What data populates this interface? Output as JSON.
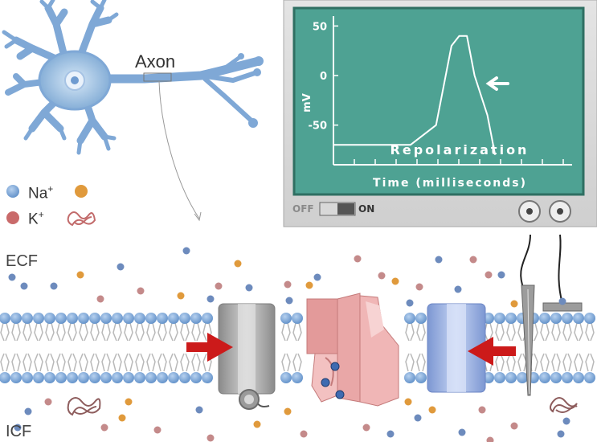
{
  "neuron": {
    "axon_label": "Axon"
  },
  "legend": {
    "na_label": "Na",
    "na_sup": "+",
    "k_label": "K",
    "k_sup": "+"
  },
  "compartments": {
    "outside": "ECF",
    "inside": "ICF"
  },
  "monitor": {
    "switch_off": "OFF",
    "switch_on": "ON",
    "switch_state": "on",
    "screen_color": "#4ea293",
    "chart_data": {
      "type": "line",
      "ylabel": "mV",
      "xlabel": "Time (milliseconds)",
      "yticks": [
        50,
        0,
        -50
      ],
      "ylim": [
        -90,
        60
      ],
      "annotation": "Repolarization",
      "series": [
        {
          "points": [
            [
              0,
              -70
            ],
            [
              3,
              -70
            ],
            [
              4,
              -50
            ],
            [
              4.6,
              30
            ],
            [
              4.9,
              40
            ],
            [
              5.2,
              40
            ],
            [
              5.5,
              0
            ],
            [
              6,
              -40
            ],
            [
              6.3,
              -80
            ]
          ]
        }
      ]
    }
  },
  "colors": {
    "membrane_head": "#7aa8d8",
    "sodium_ion": "#5b7fb8",
    "potassium_ion": "#c96a6a",
    "orange_ion": "#e09a3c",
    "arrow": "#cc1a1a",
    "gray_channel": "#a9a9a9",
    "pink_pump": "#e8a8a8",
    "blue_channel": "#8da6da"
  }
}
